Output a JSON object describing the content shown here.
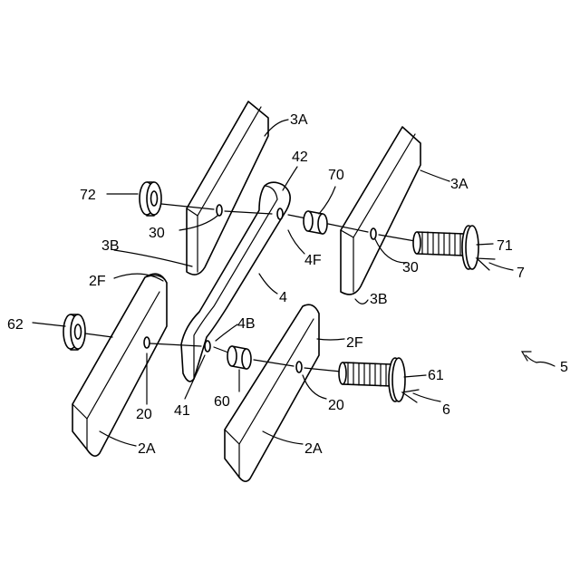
{
  "figure": {
    "labels": {
      "plate_3a_left": "3A",
      "plate_3a_right": "3A",
      "link_42": "42",
      "link_4": "4",
      "link_4f": "4F",
      "link_4b": "4B",
      "link_41": "41",
      "hole_30_left": "30",
      "hole_30_right": "30",
      "edge_3b_left": "3B",
      "edge_3b_right": "3B",
      "nut_72": "72",
      "nut_62": "62",
      "spacer_70": "70",
      "spacer_60": "60",
      "bolt_71": "71",
      "bolt_61": "61",
      "assembly_7": "7",
      "assembly_6": "6",
      "assembly_5": "5",
      "edge_2f_left": "2F",
      "edge_2f_right": "2F",
      "hole_20_left": "20",
      "hole_20_right": "20",
      "plate_2a_left": "2A",
      "plate_2a_right": "2A"
    }
  }
}
